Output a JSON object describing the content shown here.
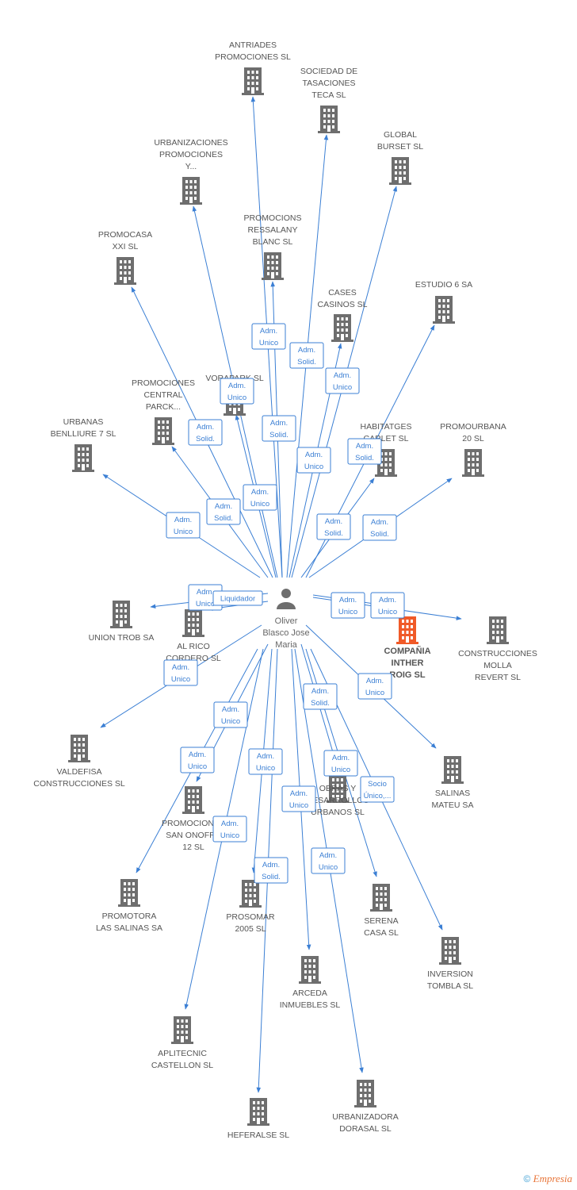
{
  "center_person": {
    "lines": [
      "Oliver",
      "Blasco Jose",
      "Maria"
    ]
  },
  "companies": [
    {
      "lines": [
        "ANTRIADES",
        "PROMOCIONES SL"
      ],
      "highlight": false
    },
    {
      "lines": [
        "SOCIEDAD DE",
        "TASACIONES",
        "TECA SL"
      ],
      "highlight": false
    },
    {
      "lines": [
        "GLOBAL",
        "BURSET SL"
      ],
      "highlight": false
    },
    {
      "lines": [
        "URBANIZACIONES",
        "PROMOCIONES",
        "Y..."
      ],
      "highlight": false
    },
    {
      "lines": [
        "PROMOCIONS",
        "RESSALANY",
        "BLANC SL"
      ],
      "highlight": false
    },
    {
      "lines": [
        "PROMOCASA",
        "XXI SL"
      ],
      "highlight": false
    },
    {
      "lines": [
        "CASES",
        "CASINOS SL"
      ],
      "highlight": false
    },
    {
      "lines": [
        "ESTUDIO 6 SA"
      ],
      "highlight": false
    },
    {
      "lines": [
        "VORAPARK SL"
      ],
      "highlight": false
    },
    {
      "lines": [
        "PROMOCIONES",
        "CENTRAL",
        "PARCK..."
      ],
      "highlight": false
    },
    {
      "lines": [
        "URBANAS",
        "BENLLIURE 7 SL"
      ],
      "highlight": false
    },
    {
      "lines": [
        "HABITATGES",
        "CARLET SL"
      ],
      "highlight": false
    },
    {
      "lines": [
        "PROMOURBANA",
        "20 SL"
      ],
      "highlight": false
    },
    {
      "lines": [
        "UNION TROB SA"
      ],
      "highlight": false
    },
    {
      "lines": [
        "AL RICO",
        "CORDERO SL"
      ],
      "highlight": false
    },
    {
      "lines": [
        "COMPAÑIA",
        "INTHER",
        "ROIG SL"
      ],
      "highlight": true
    },
    {
      "lines": [
        "CONSTRUCCIONES",
        "MOLLA",
        "REVERT SL"
      ],
      "highlight": false
    },
    {
      "lines": [
        "VALDEFISA",
        "CONSTRUCCIONES SL"
      ],
      "highlight": false
    },
    {
      "lines": [
        "SALINAS",
        "MATEU SA"
      ],
      "highlight": false
    },
    {
      "lines": [
        "PROMOCIONES",
        "SAN ONOFRE",
        "12 SL"
      ],
      "highlight": false
    },
    {
      "lines": [
        "OBRAS Y",
        "DESARROLLOS",
        "URBANOS SL"
      ],
      "highlight": false
    },
    {
      "lines": [
        "PROMOTORA",
        "LAS SALINAS SA"
      ],
      "highlight": false
    },
    {
      "lines": [
        "PROSOMAR",
        "2005 SL"
      ],
      "highlight": false
    },
    {
      "lines": [
        "SERENA",
        "CASA SL"
      ],
      "highlight": false
    },
    {
      "lines": [
        "INVERSION",
        "TOMBLA  SL"
      ],
      "highlight": false
    },
    {
      "lines": [
        "ARCEDA",
        "INMUEBLES SL"
      ],
      "highlight": false
    },
    {
      "lines": [
        "APLITECNIC",
        "CASTELLON SL"
      ],
      "highlight": false
    },
    {
      "lines": [
        "HEFERALSE SL"
      ],
      "highlight": false
    },
    {
      "lines": [
        "URBANIZADORA",
        "DORASAL SL"
      ],
      "highlight": false
    }
  ],
  "edges": [
    {
      "lines": [
        "Adm.",
        "Unico"
      ]
    },
    {
      "lines": [
        "Adm.",
        "Solid."
      ]
    },
    {
      "lines": [
        "Adm.",
        "Unico"
      ]
    },
    {
      "lines": [
        "Adm.",
        "Solid."
      ]
    },
    {
      "lines": [
        "Adm.",
        "Solid."
      ]
    },
    {
      "lines": [
        "Adm.",
        "Unico"
      ]
    },
    {
      "lines": [
        "Adm.",
        "Unico"
      ]
    },
    {
      "lines": [
        "Adm.",
        "Solid."
      ]
    },
    {
      "lines": [
        "Adm.",
        "Unico"
      ]
    },
    {
      "lines": [
        "Adm.",
        "Solid."
      ]
    },
    {
      "lines": [
        "Adm.",
        "Unico"
      ]
    },
    {
      "lines": [
        "Adm.",
        "Solid."
      ]
    },
    {
      "lines": [
        "Adm.",
        "Solid."
      ]
    },
    {
      "lines": [
        "Adm.",
        "Unico"
      ]
    },
    {
      "lines": [
        "Liquidador"
      ]
    },
    {
      "lines": [
        "Adm.",
        "Unico"
      ]
    },
    {
      "lines": [
        "Adm.",
        "Unico"
      ]
    },
    {
      "lines": [
        "Adm.",
        "Unico"
      ]
    },
    {
      "lines": [
        "Adm.",
        "Unico"
      ]
    },
    {
      "lines": [
        "Adm.",
        "Unico"
      ]
    },
    {
      "lines": [
        "Adm.",
        "Solid."
      ]
    },
    {
      "lines": [
        "Adm.",
        "Unico"
      ]
    },
    {
      "lines": [
        "Adm.",
        "Unico"
      ]
    },
    {
      "lines": [
        "Socio",
        "Único,..."
      ]
    },
    {
      "lines": [
        "Adm.",
        "Unico"
      ]
    },
    {
      "lines": [
        "Adm.",
        "Unico"
      ]
    },
    {
      "lines": [
        "Adm.",
        "Unico"
      ]
    },
    {
      "lines": [
        "Adm.",
        "Solid."
      ]
    },
    {
      "lines": [
        "Adm.",
        "Unico"
      ]
    }
  ],
  "footer": {
    "copyright": "©",
    "brand": "Empresia"
  },
  "colors": {
    "edge": "#3b7fd4",
    "building": "#6e6e6e",
    "highlight": "#f05a28",
    "text": "#555555"
  }
}
